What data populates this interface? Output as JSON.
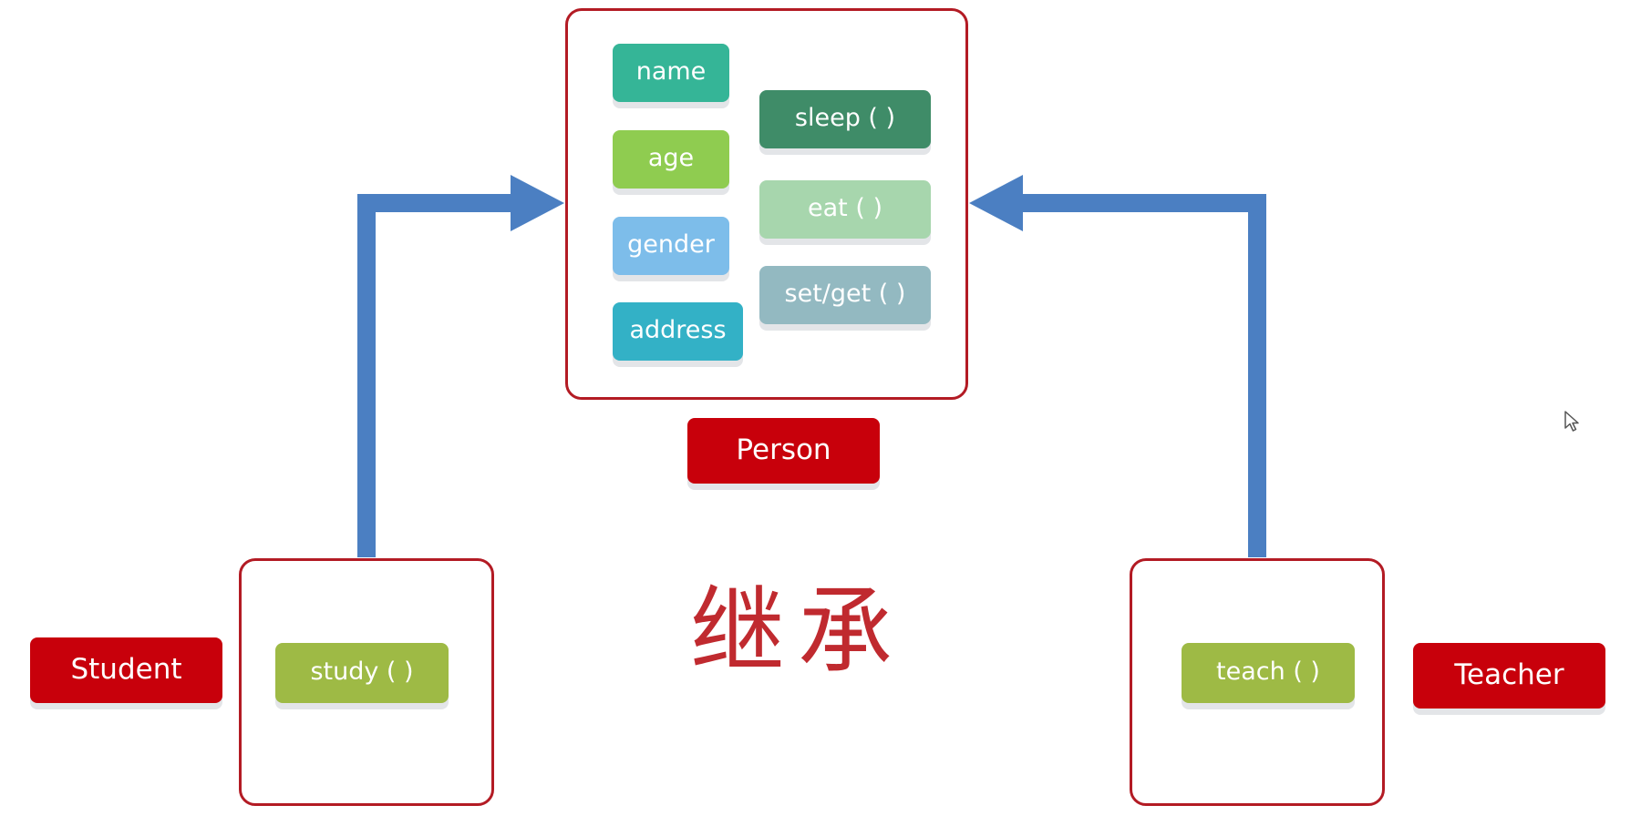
{
  "title": "继承",
  "colors": {
    "class_border": "#b31b24",
    "class_label": "#c8000b",
    "arrow": "#4b7fc2",
    "name": "#35b597",
    "age": "#8fcc50",
    "gender": "#7dbdea",
    "address": "#33b1c6",
    "sleep": "#3f8c68",
    "eat": "#a7d6ad",
    "set_get": "#93b9c1",
    "study": "#9eba45",
    "teach": "#9eba45"
  },
  "parent": {
    "name": "Person",
    "fields": [
      "name",
      "age",
      "gender",
      "address"
    ],
    "methods": [
      "sleep ( )",
      "eat ( )",
      "set/get ( )"
    ]
  },
  "children": [
    {
      "name": "Student",
      "methods": [
        "study ( )"
      ]
    },
    {
      "name": "Teacher",
      "methods": [
        "teach ( )"
      ]
    }
  ]
}
